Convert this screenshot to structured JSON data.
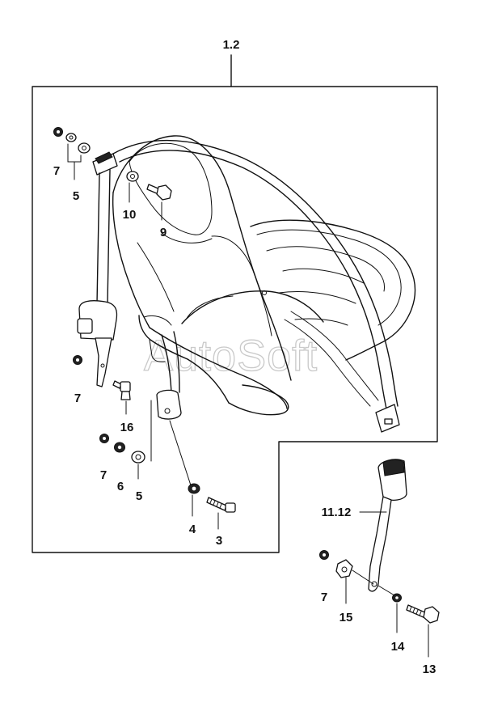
{
  "diagram": {
    "watermark": "AutoSoft",
    "callouts": {
      "assembly_main": "1.2",
      "assembly_buckle": "11.12",
      "p3": "3",
      "p4": "4",
      "p5_top": "5",
      "p5_low": "5",
      "p6": "6",
      "p7_top": "7",
      "p7_mid": "7",
      "p7_low": "7",
      "p7_right": "7",
      "p9": "9",
      "p10": "10",
      "p13": "13",
      "p14": "14",
      "p15": "15",
      "p16": "16"
    }
  }
}
